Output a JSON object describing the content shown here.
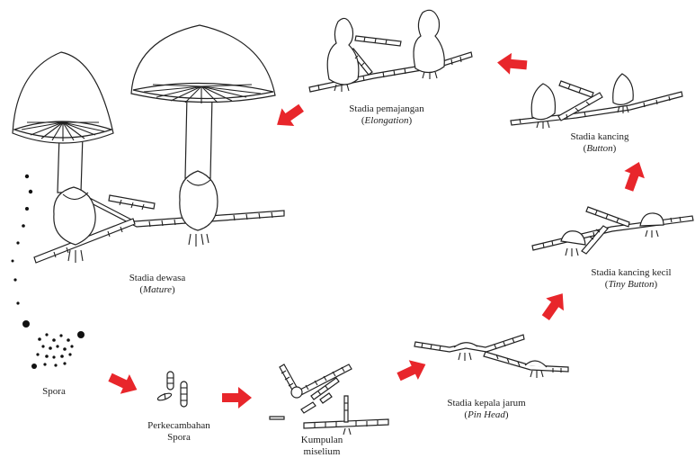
{
  "colors": {
    "arrow": "#e8262b",
    "ink": "#222222"
  },
  "stages": {
    "spora": {
      "line1": "Spora"
    },
    "perkecambahan": {
      "line1": "Perkecambahan",
      "line2": "Spora"
    },
    "kumpulan": {
      "line1": "Kumpulan",
      "line2": "miselium"
    },
    "pinhead": {
      "line1": "Stadia kepala jarum",
      "line2": "Pin Head"
    },
    "tiny": {
      "line1": "Stadia kancing kecil",
      "line2": "Tiny Button"
    },
    "button": {
      "line1": "Stadia kancing",
      "line2": "Button"
    },
    "elongation": {
      "line1": "Stadia pemajangan",
      "line2": "Elongation"
    },
    "mature": {
      "line1": "Stadia dewasa",
      "line2": "Mature"
    }
  }
}
